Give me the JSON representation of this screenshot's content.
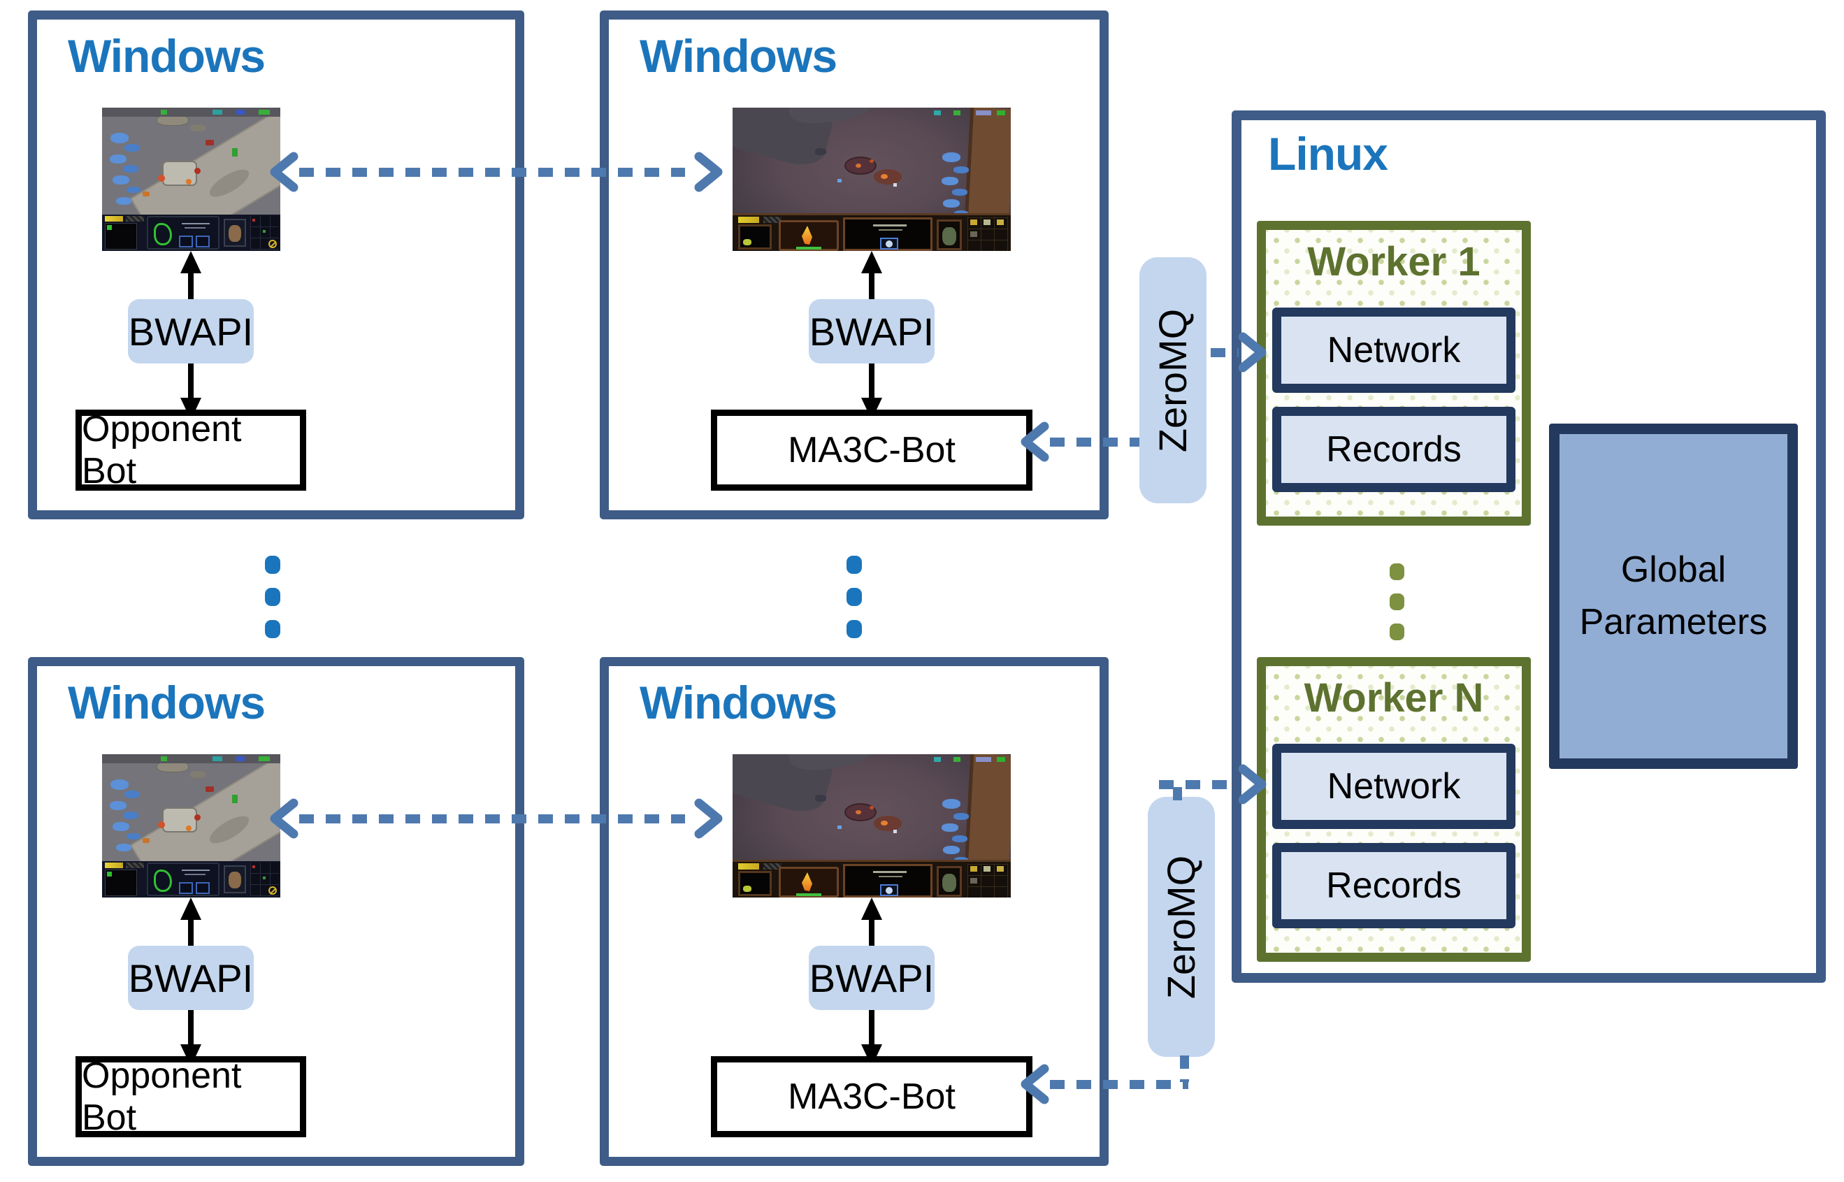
{
  "windows_boxes": [
    {
      "title": "Windows",
      "api_label": "BWAPI",
      "bot_label": "Opponent Bot",
      "screenshot": "starcraft-terran-battle-screenshot"
    },
    {
      "title": "Windows",
      "api_label": "BWAPI",
      "bot_label": "MA3C-Bot",
      "screenshot": "starcraft-zerg-creep-battle-screenshot"
    },
    {
      "title": "Windows",
      "api_label": "BWAPI",
      "bot_label": "Opponent Bot",
      "screenshot": "starcraft-terran-battle-screenshot"
    },
    {
      "title": "Windows",
      "api_label": "BWAPI",
      "bot_label": "MA3C-Bot",
      "screenshot": "starcraft-zerg-creep-battle-screenshot"
    }
  ],
  "linux_box": {
    "title": "Linux",
    "workers": [
      {
        "title": "Worker 1",
        "network_label": "Network",
        "records_label": "Records"
      },
      {
        "title": "Worker N",
        "network_label": "Network",
        "records_label": "Records"
      }
    ],
    "global_parameters_label": "Global Parameters"
  },
  "zeromq": {
    "top_label": "ZeroMQ",
    "bottom_label": "ZeroMQ"
  },
  "colors": {
    "frame_blue": "#3E5C87",
    "title_blue": "#1B75BC",
    "light_blue_fill": "#C3D6EE",
    "panel_fill": "#D9E3F2",
    "navy_border": "#24395E",
    "global_params_fill": "#91ADD4",
    "worker_olive": "#5E7230",
    "dashed_arrow_blue": "#4E79AE",
    "ellipsis_blue": "#1B75BC",
    "olive_dot": "#7D9140"
  }
}
